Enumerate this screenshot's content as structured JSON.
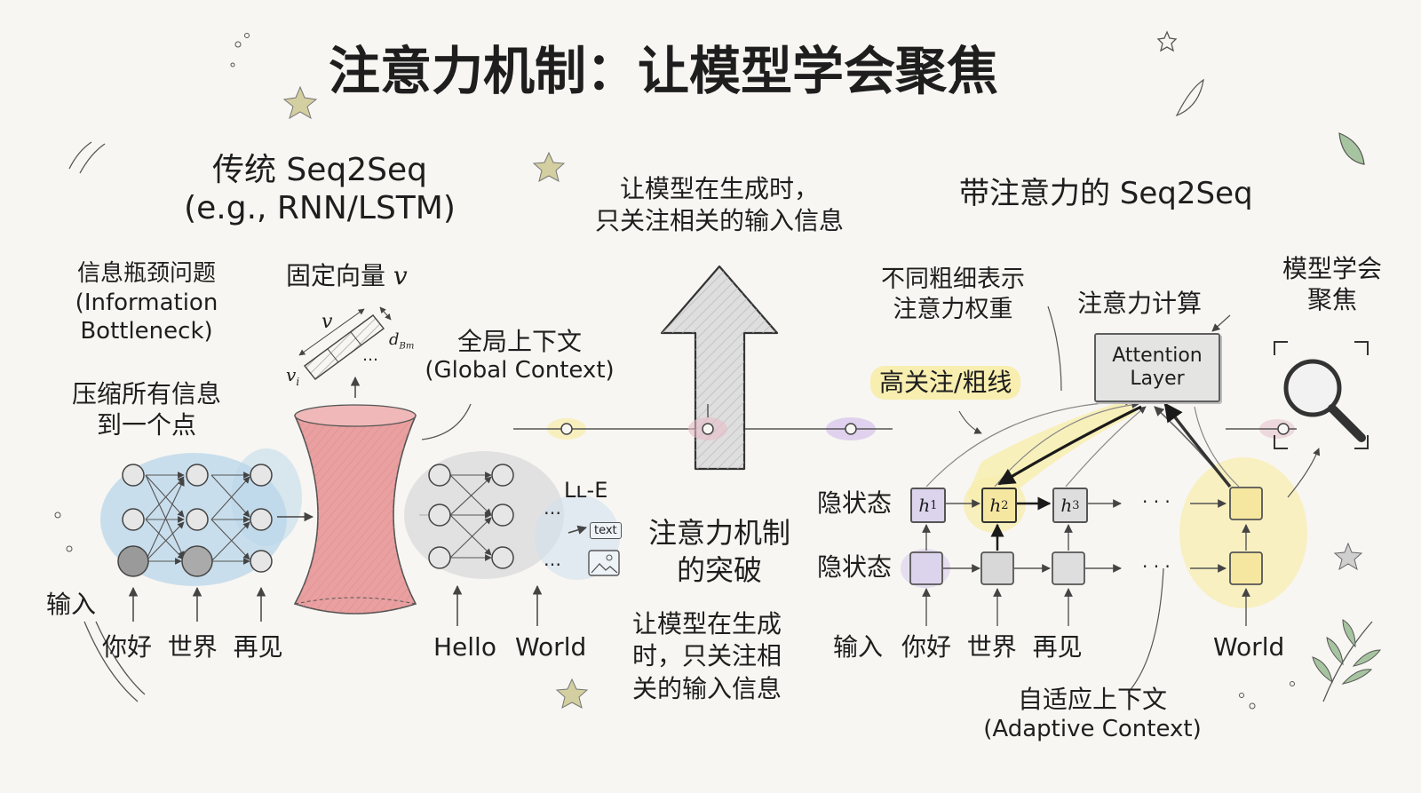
{
  "title": "注意力机制：让模型学会聚焦",
  "left": {
    "heading_line1": "传统 Seq2Seq",
    "heading_line2": "(e.g., RNN/LSTM)",
    "bottleneck_zh": "信息瓶颈问题",
    "bottleneck_en1": "(Information",
    "bottleneck_en2": "Bottleneck)",
    "compress_line1": "压缩所有信息",
    "compress_line2": "到一个点",
    "fixed_vector": "固定向量",
    "vector_symbol": "v",
    "vec_v_label": "v",
    "vec_vi_label": "v",
    "vec_vi_sub": "i",
    "vec_dim_label": "d",
    "vec_dim_sub": "Bm",
    "vec_ellipsis": "…",
    "input_label": "输入",
    "input_words": "你好  世界  再见",
    "global_zh": "全局上下文",
    "global_en": "(Global Context)",
    "decoder_tag": "Lʟ-E",
    "decoder_dots_top": "…",
    "decoder_dots_bottom": "…",
    "output_hello": "Hello",
    "output_world": "World",
    "text_icon_label": "text"
  },
  "center": {
    "heading_line1": "让模型在生成时，",
    "heading_line2": "只关注相关的输入信息",
    "breakthrough_line1": "注意力机制",
    "breakthrough_line2": "的突破",
    "desc_line1": "让模型在生成",
    "desc_line2": "时，只关注相",
    "desc_line3": "关的输入信息"
  },
  "right": {
    "heading": "带注意力的 Seq2Seq",
    "weights_line1": "不同粗细表示",
    "weights_line2": "注意力权重",
    "attention_calc": "注意力计算",
    "attention_layer_line1": "Attention",
    "attention_layer_line2": "Layer",
    "focus_line1": "模型学会",
    "focus_line2": "聚焦",
    "high_attention": "高关注/粗线",
    "hidden_state_1": "隐状态",
    "hidden_state_2": "隐状态",
    "h1": "h",
    "h1_sub": "1",
    "h2": "h",
    "h2_sub": "2",
    "h3": "h",
    "h3_sub": "3",
    "dots_top": "· · ·",
    "dots_bottom": "· · ·",
    "input_label": "输入",
    "input_words": "你好  世界  再见",
    "output_world": "World",
    "adaptive_zh": "自适应上下文",
    "adaptive_en": "(Adaptive Context)"
  },
  "colors": {
    "background": "#f7f6f2",
    "encoder_blue": "#b9d6ea",
    "bottleneck_red": "#eaa0a0",
    "highlight_yellow": "#f8eeb0",
    "decoder_gray": "#dcdcdc",
    "star_green": "#c9c79a",
    "leaf_green": "#a7c4a0"
  },
  "icons": [
    "star-icon",
    "leaf-icon",
    "magnifier-icon",
    "text-icon",
    "image-icon",
    "arrow-up-icon"
  ]
}
